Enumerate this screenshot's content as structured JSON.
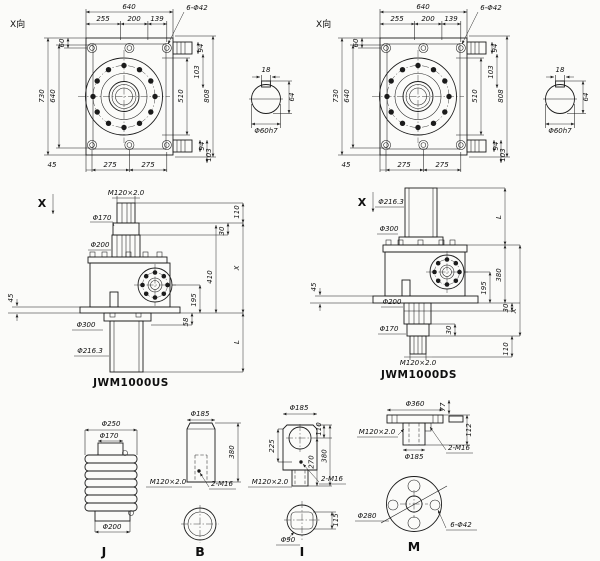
{
  "drawing": {
    "background": "#fbfbf9",
    "line_color": "#1b1b1b",
    "views": {
      "plan_left": {
        "label": "X向",
        "top_total": "640",
        "top_a": "255",
        "top_b": "200",
        "top_c": "139",
        "holes": "6-Φ42",
        "left_a": "60",
        "left_outer": "730",
        "left_inner": "640",
        "right_tab_a": "94",
        "right_tab_b": "103",
        "right_inner": "510",
        "right_total": "808",
        "right_tab_a2": "94",
        "right_tab_b2": "103",
        "bottom_a": "45",
        "bottom_b": "275",
        "bottom_c": "275"
      },
      "shaft_left": {
        "key": "18",
        "height": "64",
        "dia": "Φ60h7"
      },
      "plan_right": {
        "label": "X向",
        "top_total": "640",
        "top_a": "255",
        "top_b": "200",
        "top_c": "139",
        "holes": "6-Φ42",
        "left_a": "60",
        "left_outer": "730",
        "left_inner": "640",
        "right_tab_a": "94",
        "right_tab_b": "103",
        "right_inner": "510",
        "right_total": "808",
        "right_tab_a2": "94",
        "right_tab_b2": "103",
        "bottom_a": "45",
        "bottom_b": "275",
        "bottom_c": "275"
      },
      "shaft_right": {
        "key": "18",
        "height": "64",
        "dia": "Φ60h7"
      },
      "us": {
        "marker": "X",
        "name": "JWM1000US",
        "thread": "M120×2.0",
        "screw_dia": "Φ170",
        "shell_dia": "Φ200",
        "protrusion": "110",
        "collar": "30",
        "closed": "X",
        "body": "410",
        "axis": "195",
        "base": "45",
        "ring_dia": "Φ300",
        "ring_h": "58",
        "tube_dia": "Φ216.3",
        "travel": "L"
      },
      "ds": {
        "marker": "X",
        "name": "JWM1000DS",
        "tube_dia": "Φ216.3",
        "ring_dia": "Φ300",
        "travel": "L",
        "body": "380",
        "axis": "195",
        "base": "45",
        "shell_dia": "Φ200",
        "step": "30",
        "collar": "30",
        "closed": "X",
        "screw_dia": "Φ170",
        "protrusion": "110",
        "thread": "M120×2.0"
      },
      "j": {
        "dia_top": "Φ250",
        "dia_neck": "Φ170",
        "dia_bottom": "Φ200",
        "label": "J"
      },
      "b": {
        "dia": "Φ185",
        "height": "380",
        "thread": "M120×2.0",
        "holes": "2-M16",
        "label": "B"
      },
      "i": {
        "dia": "Φ185",
        "hole_offset": "110",
        "side": "225",
        "lower": "270",
        "height": "380",
        "thread": "M120×2.0",
        "holes": "2-M16",
        "flats": "115",
        "shaft": "Φ90",
        "label": "I"
      },
      "m": {
        "flange": "Φ360",
        "rim": "77",
        "height": "112",
        "thread": "M120×2.0",
        "boss": "Φ185",
        "holes": "2-M16",
        "bolt_circle": "Φ280",
        "bolt_holes": "6-Φ42",
        "label": "M"
      }
    }
  }
}
